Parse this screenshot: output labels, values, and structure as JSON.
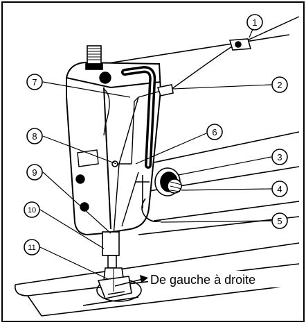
{
  "figure": {
    "callouts": [
      "1",
      "2",
      "3",
      "4",
      "5",
      "6",
      "7",
      "8",
      "9",
      "10",
      "11"
    ],
    "direction_label": "De gauche à droite"
  }
}
